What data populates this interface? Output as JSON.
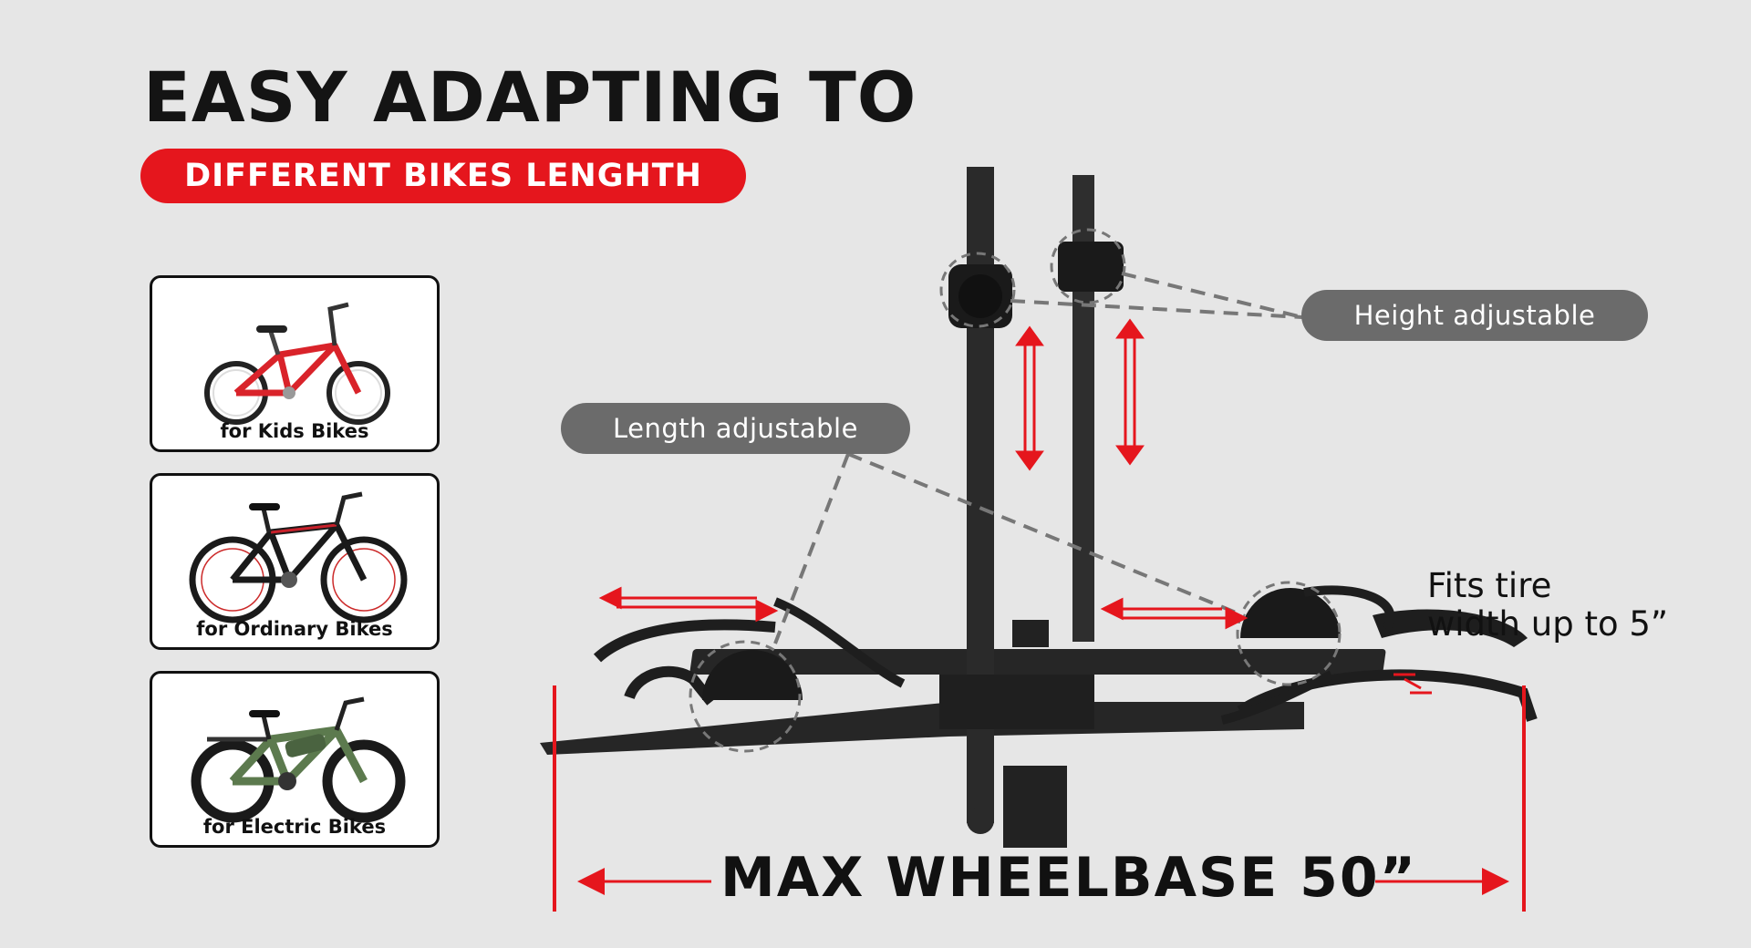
{
  "headline": "EASY ADAPTING TO",
  "subheadline": "DIFFERENT BIKES LENGHTH",
  "cards": [
    {
      "label": "for Kids Bikes",
      "icon": "kids-bike-icon",
      "frame_color": "#d9232a"
    },
    {
      "label": "for Ordinary Bikes",
      "icon": "mountain-bike-icon",
      "frame_color": "#1a1a1a"
    },
    {
      "label": "for Electric Bikes",
      "icon": "electric-bike-icon",
      "frame_color": "#5c7a4e"
    }
  ],
  "callouts": {
    "height": "Height adjustable",
    "length": "Length adjustable",
    "tire_line1": "Fits tire",
    "tire_line2": "width up to 5”"
  },
  "wheelbase": "MAX WHEELBASE 50”",
  "colors": {
    "accent": "#e5161d",
    "background": "#e6e6e6",
    "tag_gray": "#6b6b6b",
    "rack_black": "#1e1e1e"
  }
}
